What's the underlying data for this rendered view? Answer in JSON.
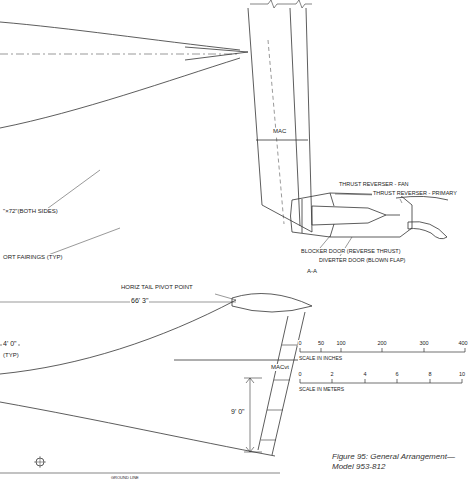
{
  "diagram": {
    "caption": "Figure 95: General Arrangement— Model 953-812",
    "labels": [
      "\"×72\"(BOTH SIDES)",
      "ORT FAIRINGS (TYP)",
      "66' 3\"",
      "MAC",
      "4' 0\"",
      "(TYP)",
      "HORIZ TAIL PIVOT POINT",
      "MACvt",
      "9' 0\"",
      "GROUND LINE",
      "THRUST REVERSER - FAN",
      "THRUST REVERSER - PRIMARY",
      "BLOCKER DOOR (REVERSE THRUST)",
      "DIVERTER DOOR (BLOWN FLAP)",
      "A-A",
      "0",
      "50",
      "100",
      "200",
      "300",
      "400",
      "SCALE IN INCHES",
      "0",
      "2",
      "4",
      "6",
      "8",
      "10",
      "SCALE IN METERS"
    ]
  }
}
